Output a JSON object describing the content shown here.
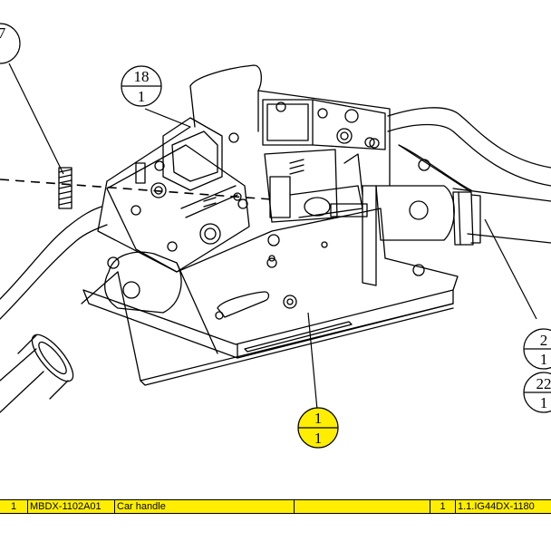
{
  "balloons": [
    {
      "id": "b7",
      "top": "7",
      "bottom": ""
    },
    {
      "id": "b18",
      "top": "18",
      "bottom": "1"
    },
    {
      "id": "b2",
      "top": "2",
      "bottom": "1"
    },
    {
      "id": "b22",
      "top": "22",
      "bottom": "1"
    },
    {
      "id": "b1",
      "top": "1",
      "bottom": "1"
    }
  ],
  "highlight_color": "#ffee00",
  "bom_row": {
    "qty": "1",
    "part_number": "MBDX-1102A01",
    "description": "Car handle",
    "blank": "",
    "qty2": "1",
    "ref": "1.1.IG44DX-1180"
  }
}
